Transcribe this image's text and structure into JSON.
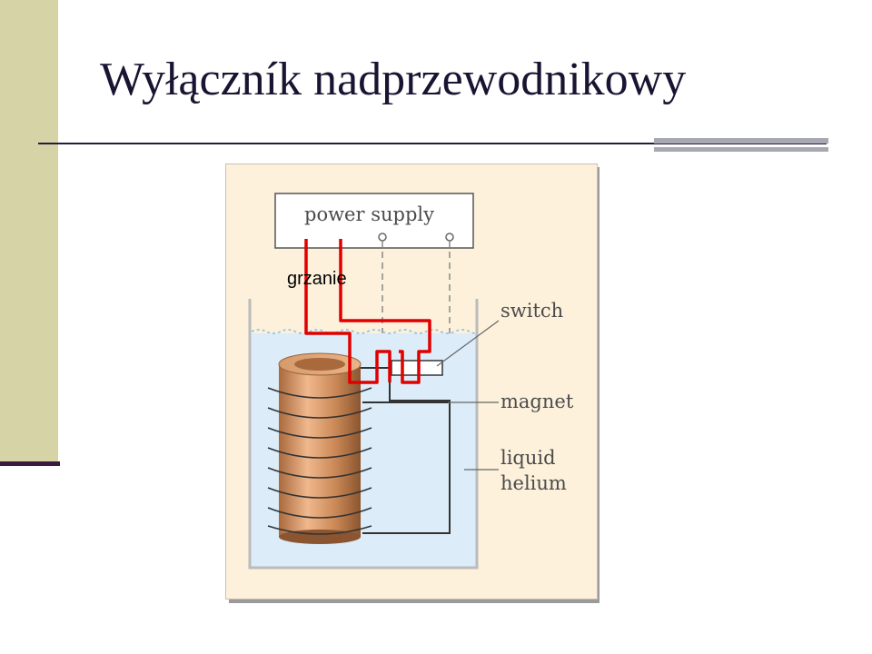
{
  "slide": {
    "title": "Wyłączník nadprzewodnikowy"
  },
  "diagram": {
    "labels": {
      "power_supply": "power supply",
      "switch": "switch",
      "magnet": "magnet",
      "liquid": "liquid",
      "helium": "helium"
    },
    "annotation": "grzanie",
    "colors": {
      "heater_wire": "#e00000",
      "coil": "#c98755",
      "helium": "#dcecf8",
      "background": "#fdf1dc"
    }
  }
}
